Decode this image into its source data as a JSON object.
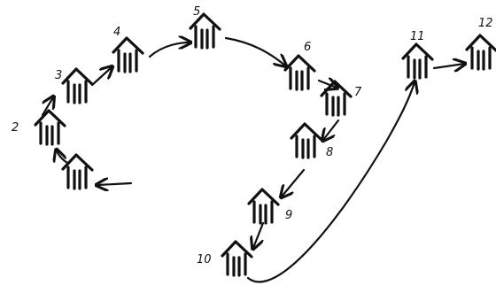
{
  "labels": {
    "n2": "2",
    "n3": "3",
    "n4": "4",
    "n5": "5",
    "n6": "6",
    "n7": "7",
    "n8": "8",
    "n9": "9",
    "n10": "10",
    "n11": "11",
    "n12": "12"
  }
}
